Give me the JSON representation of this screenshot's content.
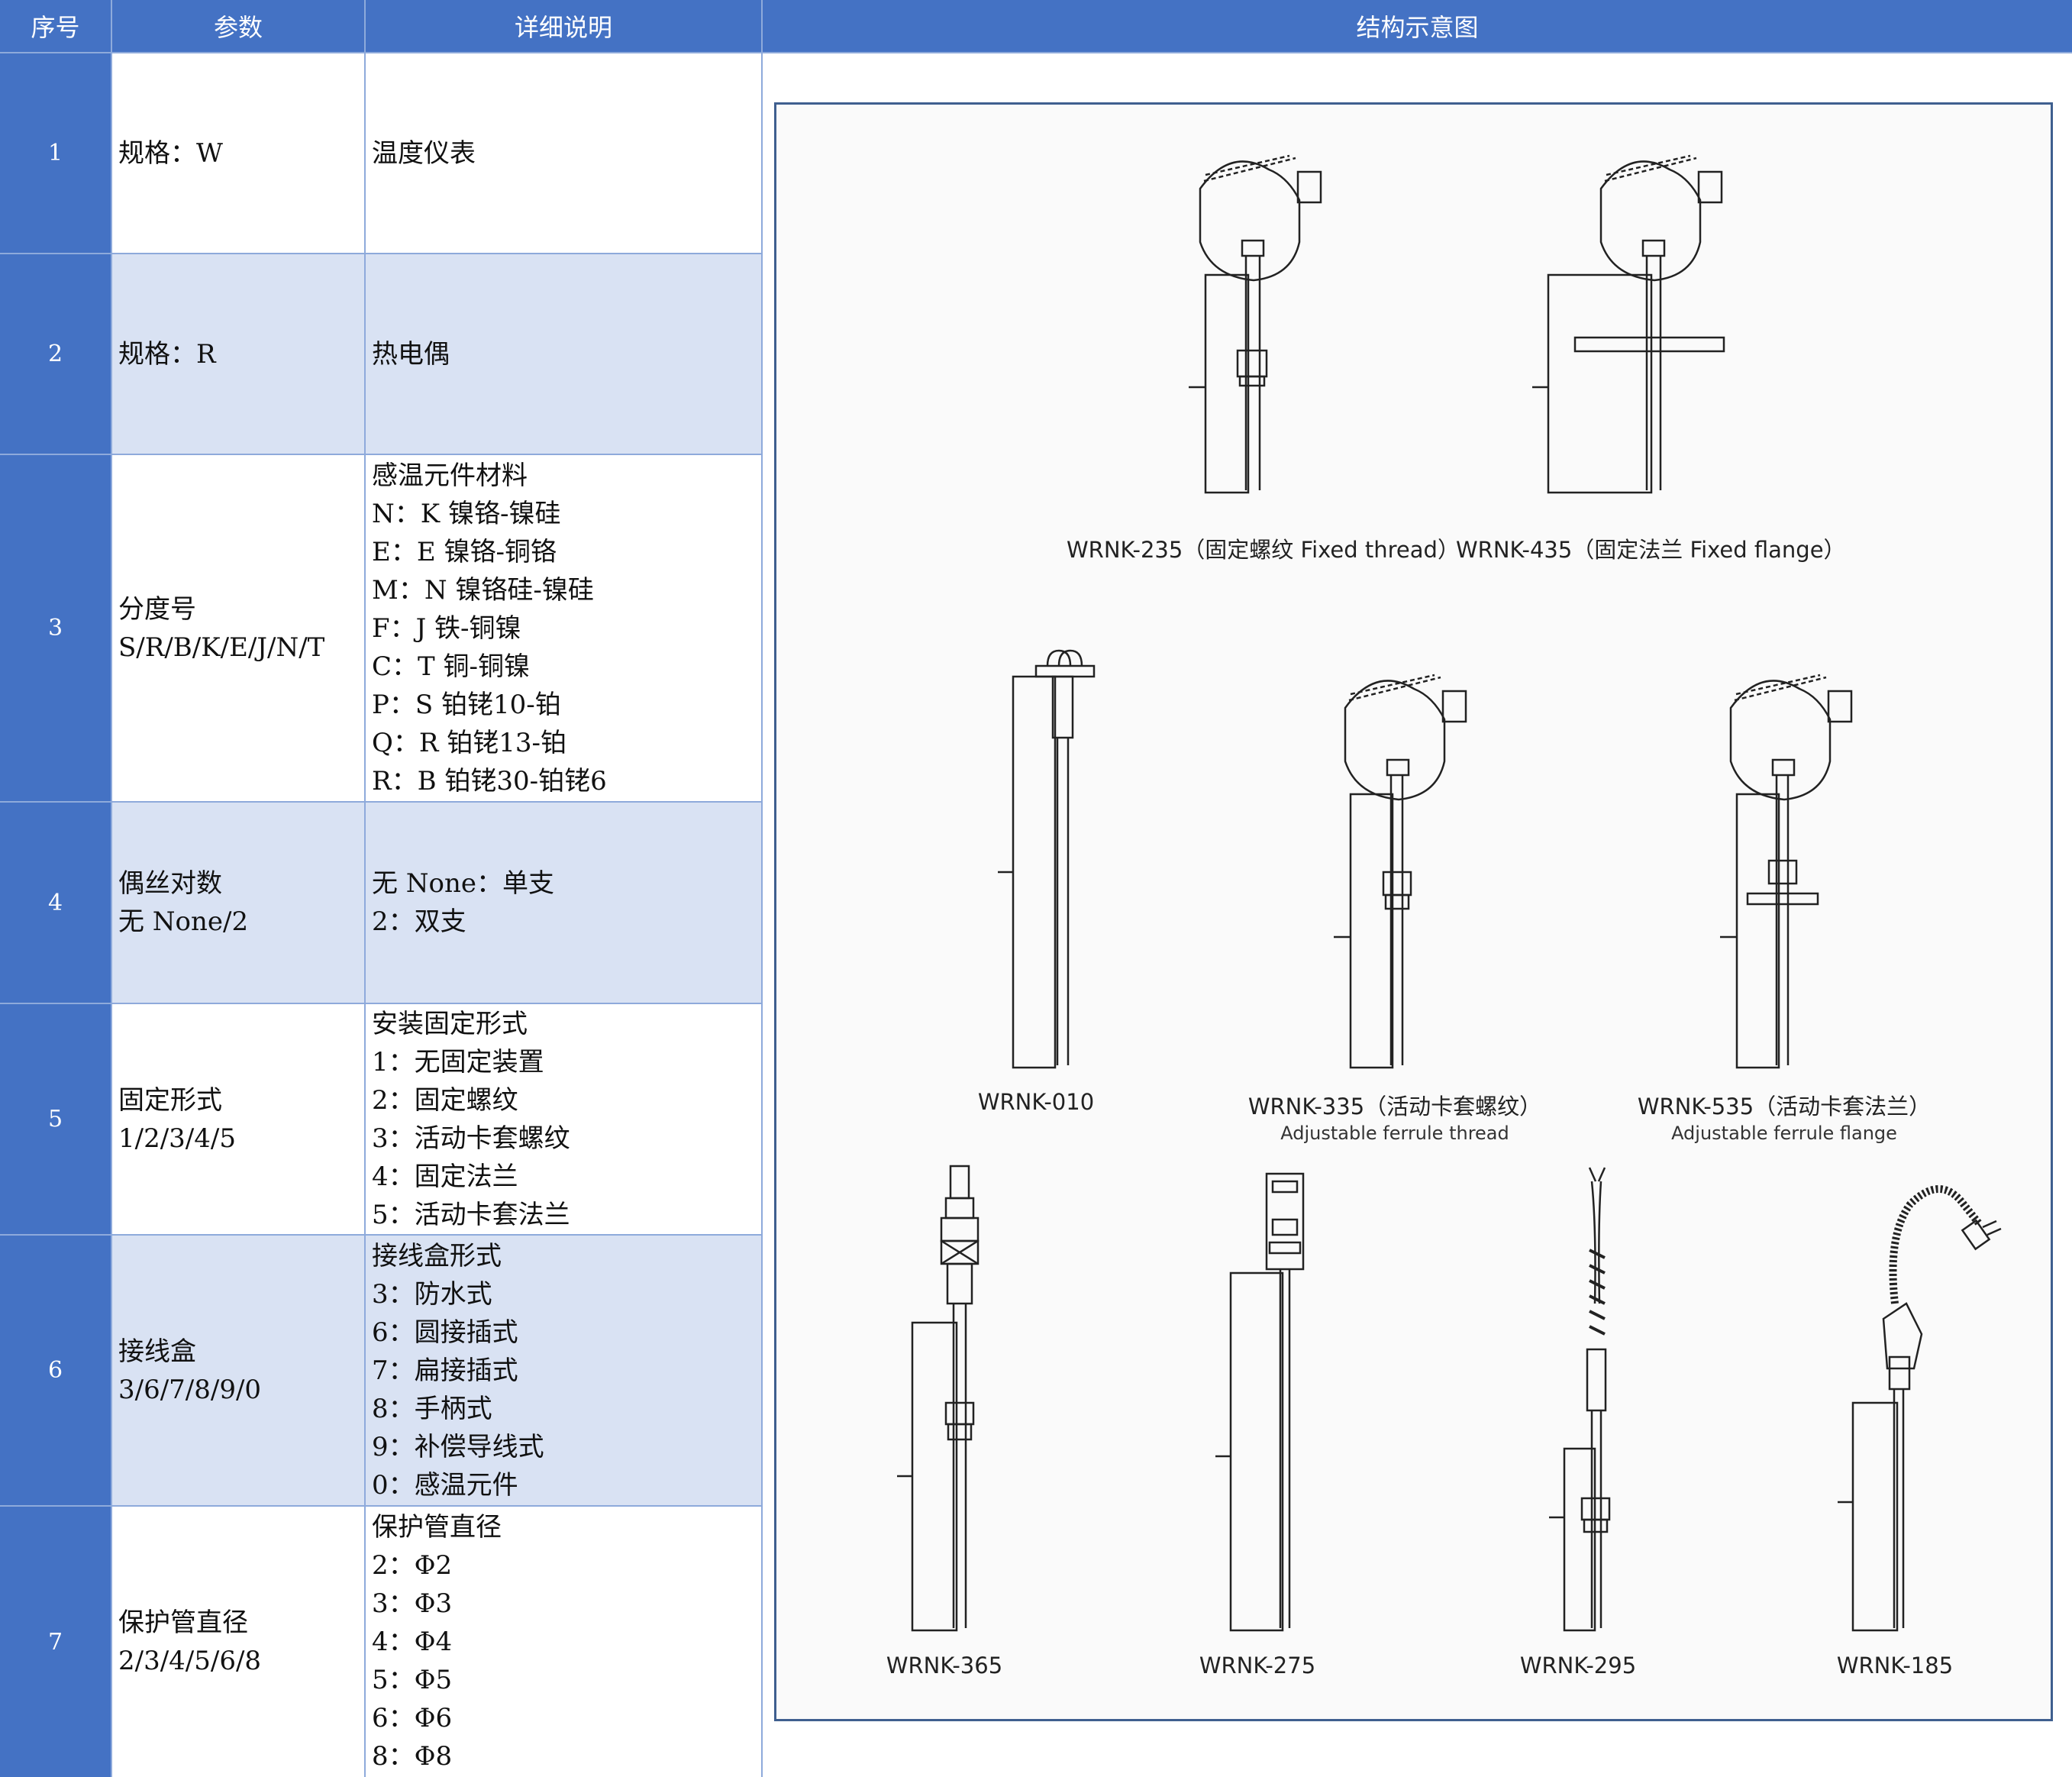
{
  "header": {
    "col1": "序号",
    "col2": "参数",
    "col3": "详细说明",
    "col4": "结构示意图"
  },
  "rows": [
    {
      "num": "1",
      "param": [
        "规格：W"
      ],
      "detail": [
        "温度仪表"
      ]
    },
    {
      "num": "2",
      "param": [
        "规格：R"
      ],
      "detail": [
        "热电偶"
      ]
    },
    {
      "num": "3",
      "param": [
        "分度号",
        "S/R/B/K/E/J/N/T"
      ],
      "detail": [
        "感温元件材料",
        "N：K 镍铬-镍硅",
        "E：E 镍铬-铜铬",
        "M：N 镍铬硅-镍硅",
        "F：J 铁-铜镍",
        "C：T 铜-铜镍",
        "P：S 铂铑10-铂",
        "Q：R 铂铑13-铂",
        "R：B 铂铑30-铂铑6"
      ]
    },
    {
      "num": "4",
      "param": [
        "偶丝对数",
        "无 None/2"
      ],
      "detail": [
        "无 None：单支",
        "2：双支"
      ]
    },
    {
      "num": "5",
      "param": [
        "固定形式",
        "1/2/3/4/5"
      ],
      "detail": [
        "安装固定形式",
        "1：无固定装置",
        "2：固定螺纹",
        "3：活动卡套螺纹",
        "4：固定法兰",
        "5：活动卡套法兰"
      ]
    },
    {
      "num": "6",
      "param": [
        "接线盒",
        "3/6/7/8/9/0"
      ],
      "detail": [
        "接线盒形式",
        "3：防水式",
        "6：圆接插式",
        "7：扁接插式",
        "8：手柄式",
        "9：补偿导线式",
        "0：感温元件"
      ]
    },
    {
      "num": "7",
      "param": [
        "保护管直径",
        "2/3/4/5/6/8"
      ],
      "detail": [
        "保护管直径",
        "2：Φ2",
        "3：Φ3",
        "4：Φ4",
        "5：Φ5",
        "6：Φ6",
        "8：Φ8"
      ]
    }
  ],
  "figure": {
    "captions": {
      "wrnk_235": "WRNK-235（固定螺纹 Fixed thread）",
      "wrnk_435": "WRNK-435（固定法兰 Fixed flange）",
      "wrnk_010": "WRNK-010",
      "wrnk_335": "WRNK-335（活动卡套螺纹）",
      "wrnk_335_sub": "Adjustable ferrule thread",
      "wrnk_535": "WRNK-535（活动卡套法兰）",
      "wrnk_535_sub": "Adjustable ferrule flange",
      "wrnk_365": "WRNK-365",
      "wrnk_275": "WRNK-275",
      "wrnk_295": "WRNK-295",
      "wrnk_185": "WRNK-185"
    }
  },
  "colors": {
    "header_bg": "#4472c4",
    "band_bg": "#d9e2f3",
    "grid": "#8eaadb"
  }
}
